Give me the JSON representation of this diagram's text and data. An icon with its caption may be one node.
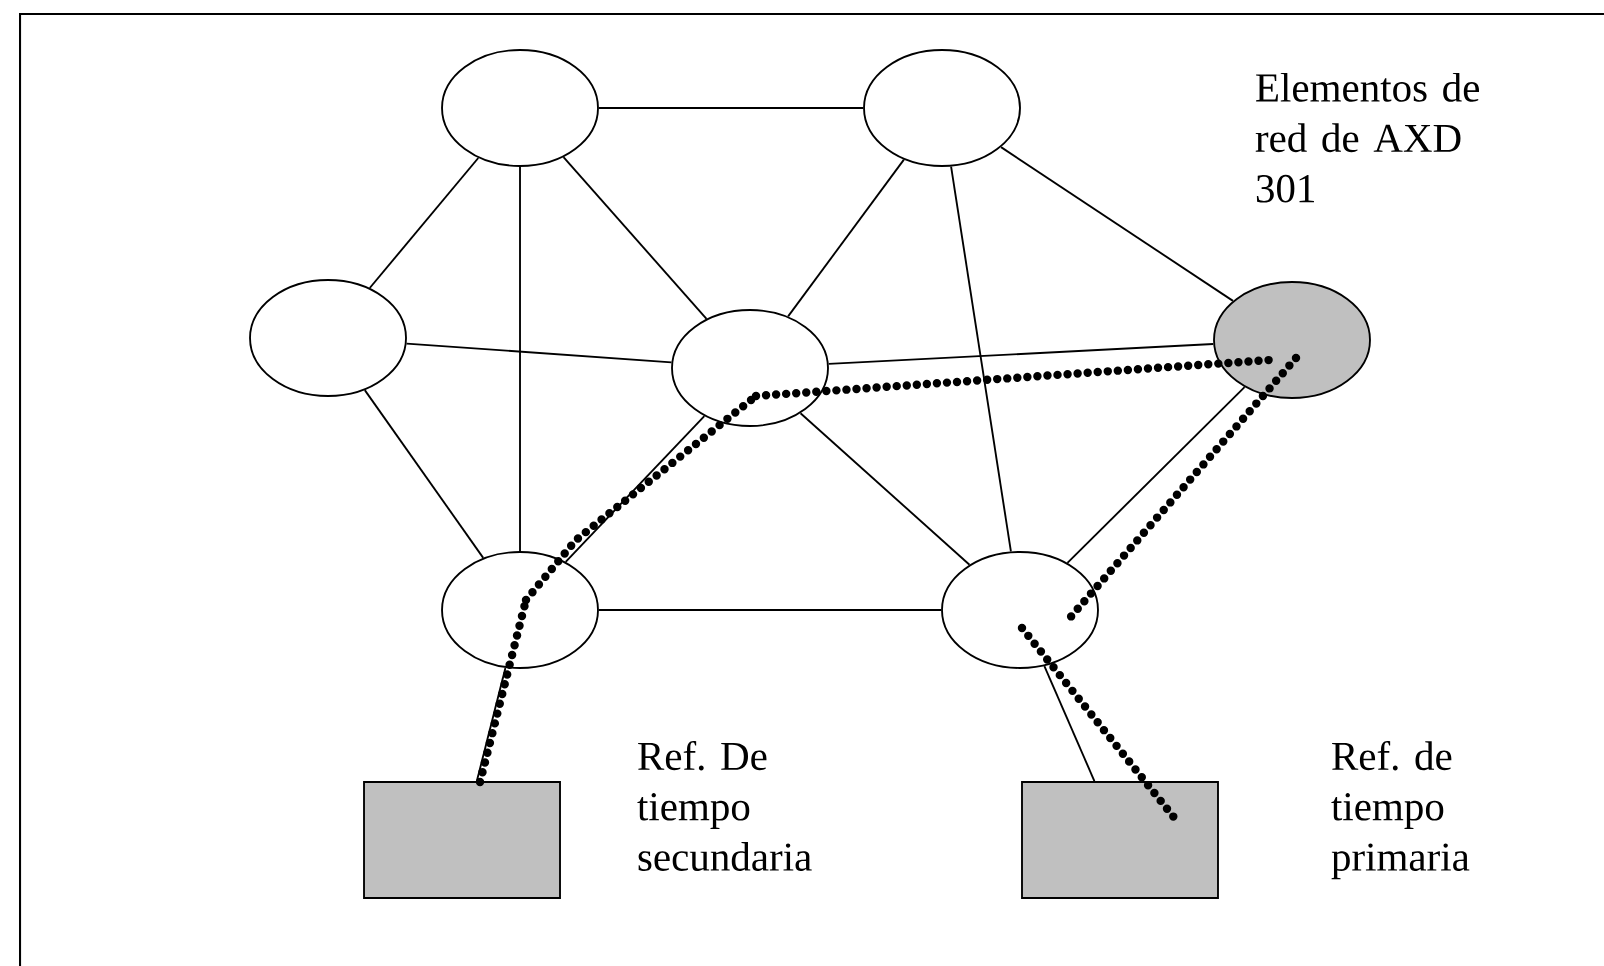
{
  "diagram": {
    "nodes": [
      {
        "text": [],
        "shape": "circle"
      },
      {
        "text": [],
        "shape": "circle"
      },
      {
        "text": [],
        "shape": "circle"
      },
      {
        "text": [],
        "shape": "circle"
      },
      {
        "text": [],
        "shape": "circle"
      },
      {
        "text": [],
        "shape": "circle"
      },
      {
        "text": [],
        "shape": "circle"
      },
      {
        "text": [],
        "shape": "box",
        "beside": [
          "Ref. De tiempo secundaria"
        ]
      },
      {
        "text": [],
        "shape": "box",
        "beside": [
          "Ref. de tiempo primaria"
        ]
      }
    ],
    "edges": [
      {
        "from": 0,
        "to": 1,
        "arrow": "none"
      },
      {
        "from": 0,
        "to": 2,
        "arrow": "none"
      },
      {
        "from": 0,
        "to": 5,
        "arrow": "none"
      },
      {
        "from": 0,
        "to": 3,
        "arrow": "none"
      },
      {
        "from": 1,
        "to": 3,
        "arrow": "none"
      },
      {
        "from": 1,
        "to": 6,
        "arrow": "none"
      },
      {
        "from": 1,
        "to": 4,
        "arrow": "none"
      },
      {
        "from": 2,
        "to": 3,
        "arrow": "none"
      },
      {
        "from": 2,
        "to": 5,
        "arrow": "none"
      },
      {
        "from": 3,
        "to": 4,
        "arrow": "none"
      },
      {
        "from": 3,
        "to": 6,
        "arrow": "none"
      },
      {
        "from": 5,
        "to": 3,
        "arrow": "none"
      },
      {
        "from": 5,
        "to": 6,
        "arrow": "none"
      },
      {
        "from": 6,
        "to": 4,
        "arrow": "none"
      },
      {
        "from": 5,
        "to": 7,
        "arrow": "none"
      },
      {
        "from": 6,
        "to": 8,
        "arrow": "none"
      },
      {
        "from": 7,
        "to": 5,
        "arrow": "none",
        "style": "dashed"
      },
      {
        "from": 5,
        "to": 3,
        "arrow": "none",
        "style": "dashed"
      },
      {
        "from": 3,
        "to": 4,
        "arrow": "none",
        "style": "dashed"
      },
      {
        "from": 4,
        "to": 6,
        "arrow": "none",
        "style": "dashed"
      },
      {
        "from": 6,
        "to": 8,
        "arrow": "none",
        "style": "dashed"
      }
    ],
    "labels": [
      "Elementos de red de AXD 301"
    ]
  }
}
